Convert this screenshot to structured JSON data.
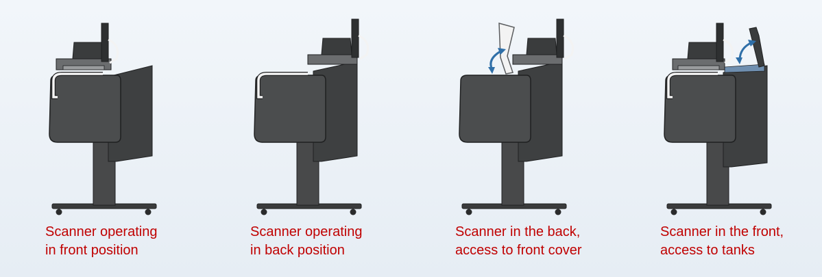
{
  "colors": {
    "printer_body": "#4b4d4e",
    "printer_outline": "#1f2021",
    "scanner_grey": "#6b6d6f",
    "handle_light": "#f3f3f3",
    "arrow_blue": "#2f6fa8",
    "caption_red": "#c00000"
  },
  "panels": [
    {
      "caption_line1": "Scanner operating",
      "caption_line2": "in front position"
    },
    {
      "caption_line1": "Scanner operating",
      "caption_line2": "in back position"
    },
    {
      "caption_line1": "Scanner in the back,",
      "caption_line2": "access to front cover"
    },
    {
      "caption_line1": "Scanner in the front,",
      "caption_line2": "access to tanks"
    }
  ]
}
